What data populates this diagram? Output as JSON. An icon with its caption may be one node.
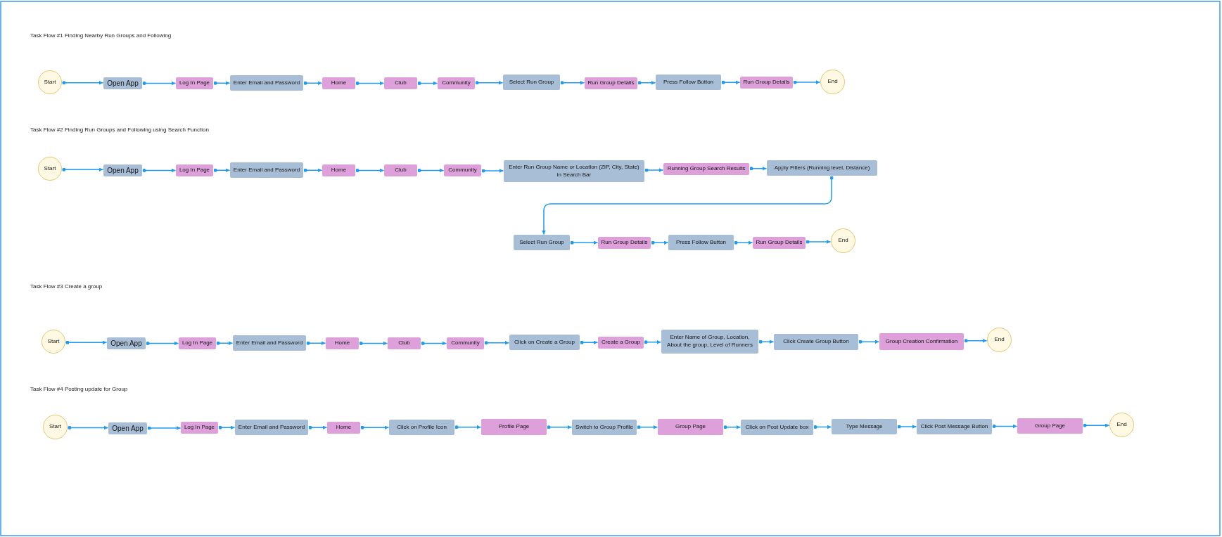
{
  "diagram": {
    "nodes": [
      {
        "text": [
          "Start"
        ]
      },
      {
        "text": [
          "Open App"
        ]
      },
      {
        "text": [
          "Log In Page"
        ]
      },
      {
        "text": [
          "Enter Email and Password"
        ]
      },
      {
        "text": [
          "Home"
        ]
      },
      {
        "text": [
          "Club"
        ]
      },
      {
        "text": [
          "Community"
        ]
      },
      {
        "text": [
          "Select Run Group"
        ]
      },
      {
        "text": [
          "Run Group Details"
        ]
      },
      {
        "text": [
          "Press Follow Button"
        ]
      },
      {
        "text": [
          "Run Group Details"
        ]
      },
      {
        "text": [
          "End"
        ]
      },
      {
        "text": [
          "Start"
        ]
      },
      {
        "text": [
          "Open App"
        ]
      },
      {
        "text": [
          "Log In Page"
        ]
      },
      {
        "text": [
          "Enter Email and Password"
        ]
      },
      {
        "text": [
          "Home"
        ]
      },
      {
        "text": [
          "Club"
        ]
      },
      {
        "text": [
          "Community"
        ]
      },
      {
        "text": [
          "Enter Run Group Name or Location (ZIP, City, State) in Search Bar"
        ]
      },
      {
        "text": [
          "Running Group Search Results"
        ]
      },
      {
        "text": [
          "Apply Filters (Running level, Distance)"
        ]
      },
      {
        "text": [
          "Select Run Group"
        ]
      },
      {
        "text": [
          "Run Group Details"
        ]
      },
      {
        "text": [
          "Press Follow Button"
        ]
      },
      {
        "text": [
          "Run Group Details"
        ]
      },
      {
        "text": [
          "End"
        ]
      },
      {
        "text": [
          "Start"
        ]
      },
      {
        "text": [
          "Open App"
        ]
      },
      {
        "text": [
          "Log In Page"
        ]
      },
      {
        "text": [
          "Enter Email and Password"
        ]
      },
      {
        "text": [
          "Home"
        ]
      },
      {
        "text": [
          "Club"
        ]
      },
      {
        "text": [
          "Community"
        ]
      },
      {
        "text": [
          "Click on Create a Group"
        ]
      },
      {
        "text": [
          "Create a Group"
        ]
      },
      {
        "text": [
          "Enter Name of Group, Location, About the group, Level of Runners"
        ]
      },
      {
        "text": [
          "Click Create Group Button"
        ]
      },
      {
        "text": [
          "Group Creation Confirmation"
        ]
      },
      {
        "text": [
          "End"
        ]
      },
      {
        "text": [
          "Start"
        ]
      },
      {
        "text": [
          "Open App"
        ]
      },
      {
        "text": [
          "Log In Page"
        ]
      },
      {
        "text": [
          "Enter Email and Password"
        ]
      },
      {
        "text": [
          "Home"
        ]
      },
      {
        "text": [
          "Click on Profile Icon"
        ]
      },
      {
        "text": [
          "Profile Page"
        ]
      },
      {
        "text": [
          "Switch to Group Profile"
        ]
      },
      {
        "text": [
          "Group Page"
        ]
      },
      {
        "text": [
          "Click on Post Update box"
        ]
      },
      {
        "text": [
          "Type Message"
        ]
      },
      {
        "text": [
          "Click Post Message Button"
        ]
      },
      {
        "text": [
          "Group Page"
        ]
      },
      {
        "text": [
          "End"
        ]
      }
    ],
    "edges": [
      {
        "from": 0,
        "to": 1,
        "arrow": "to"
      },
      {
        "from": 1,
        "to": 2,
        "arrow": "to"
      },
      {
        "from": 2,
        "to": 3,
        "arrow": "to"
      },
      {
        "from": 3,
        "to": 4,
        "arrow": "to"
      },
      {
        "from": 4,
        "to": 5,
        "arrow": "to"
      },
      {
        "from": 5,
        "to": 6,
        "arrow": "to"
      },
      {
        "from": 6,
        "to": 7,
        "arrow": "to"
      },
      {
        "from": 7,
        "to": 8,
        "arrow": "to"
      },
      {
        "from": 8,
        "to": 9,
        "arrow": "to"
      },
      {
        "from": 9,
        "to": 10,
        "arrow": "to"
      },
      {
        "from": 10,
        "to": 11,
        "arrow": "to"
      },
      {
        "from": 12,
        "to": 13,
        "arrow": "to"
      },
      {
        "from": 13,
        "to": 14,
        "arrow": "to"
      },
      {
        "from": 14,
        "to": 15,
        "arrow": "to"
      },
      {
        "from": 15,
        "to": 16,
        "arrow": "to"
      },
      {
        "from": 16,
        "to": 17,
        "arrow": "to"
      },
      {
        "from": 17,
        "to": 18,
        "arrow": "to"
      },
      {
        "from": 18,
        "to": 19,
        "arrow": "to"
      },
      {
        "from": 19,
        "to": 20,
        "arrow": "to"
      },
      {
        "from": 20,
        "to": 21,
        "arrow": "to"
      },
      {
        "from": 21,
        "to": 22,
        "arrow": "to"
      },
      {
        "from": 22,
        "to": 23,
        "arrow": "to"
      },
      {
        "from": 23,
        "to": 24,
        "arrow": "to"
      },
      {
        "from": 24,
        "to": 25,
        "arrow": "to"
      },
      {
        "from": 25,
        "to": 26,
        "arrow": "to"
      },
      {
        "from": 27,
        "to": 28,
        "arrow": "to"
      },
      {
        "from": 28,
        "to": 29,
        "arrow": "to"
      },
      {
        "from": 29,
        "to": 30,
        "arrow": "to"
      },
      {
        "from": 30,
        "to": 31,
        "arrow": "to"
      },
      {
        "from": 31,
        "to": 32,
        "arrow": "to"
      },
      {
        "from": 32,
        "to": 33,
        "arrow": "to"
      },
      {
        "from": 33,
        "to": 34,
        "arrow": "to"
      },
      {
        "from": 34,
        "to": 35,
        "arrow": "to"
      },
      {
        "from": 35,
        "to": 36,
        "arrow": "to"
      },
      {
        "from": 36,
        "to": 37,
        "arrow": "to"
      },
      {
        "from": 37,
        "to": 38,
        "arrow": "to"
      },
      {
        "from": 38,
        "to": 39,
        "arrow": "to"
      },
      {
        "from": 40,
        "to": 41,
        "arrow": "to"
      },
      {
        "from": 41,
        "to": 42,
        "arrow": "to"
      },
      {
        "from": 42,
        "to": 43,
        "arrow": "to"
      },
      {
        "from": 43,
        "to": 44,
        "arrow": "to"
      },
      {
        "from": 44,
        "to": 45,
        "arrow": "to"
      },
      {
        "from": 45,
        "to": 46,
        "arrow": "to"
      },
      {
        "from": 46,
        "to": 47,
        "arrow": "to"
      },
      {
        "from": 47,
        "to": 48,
        "arrow": "to"
      },
      {
        "from": 48,
        "to": 49,
        "arrow": "to"
      },
      {
        "from": 49,
        "to": 50,
        "arrow": "to"
      },
      {
        "from": 50,
        "to": 51,
        "arrow": "to"
      },
      {
        "from": 51,
        "to": 52,
        "arrow": "to"
      },
      {
        "from": 52,
        "to": 53,
        "arrow": "to"
      }
    ],
    "labels": [
      "Task Flow #1 Finding Nearby Run Groups and Following",
      "Task Flow #2 Finding Run Groups and Following using Search Function",
      "Task Flow #3 Create a group",
      "Task Flow #4 Posting update for Group"
    ]
  }
}
